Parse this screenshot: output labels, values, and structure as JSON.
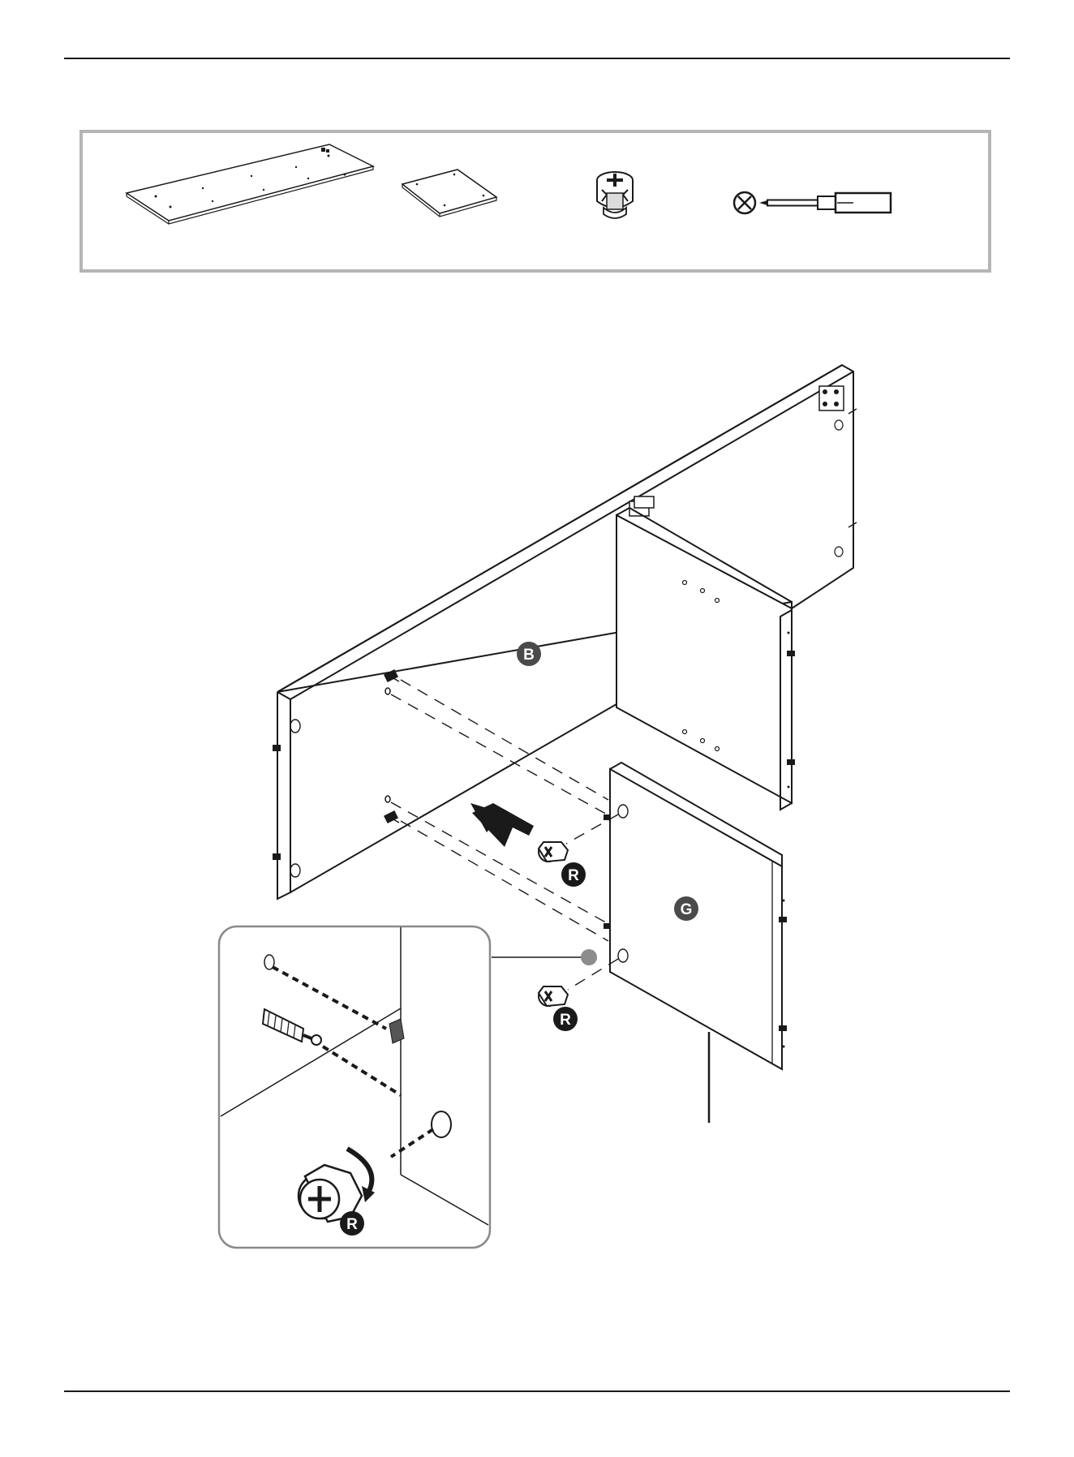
{
  "parts_box": {
    "items": [
      {
        "name": "long-panel",
        "icon": "long-panel-icon"
      },
      {
        "name": "small-panel",
        "icon": "small-panel-icon"
      },
      {
        "name": "cam-lock",
        "icon": "cam-lock-icon"
      },
      {
        "name": "phillips-screwdriver",
        "icon": "phillips-screwdriver-icon"
      }
    ]
  },
  "labels": {
    "panel_b": "B",
    "panel_g": "G",
    "cam_r_1": "R",
    "cam_r_2": "R",
    "cam_r_detail": "R"
  },
  "colors": {
    "line": "#1a1a1a",
    "label_circle": "#4a4a4a",
    "box_border": "#b5b5b5",
    "callout_dot": "#8c8c8c"
  }
}
